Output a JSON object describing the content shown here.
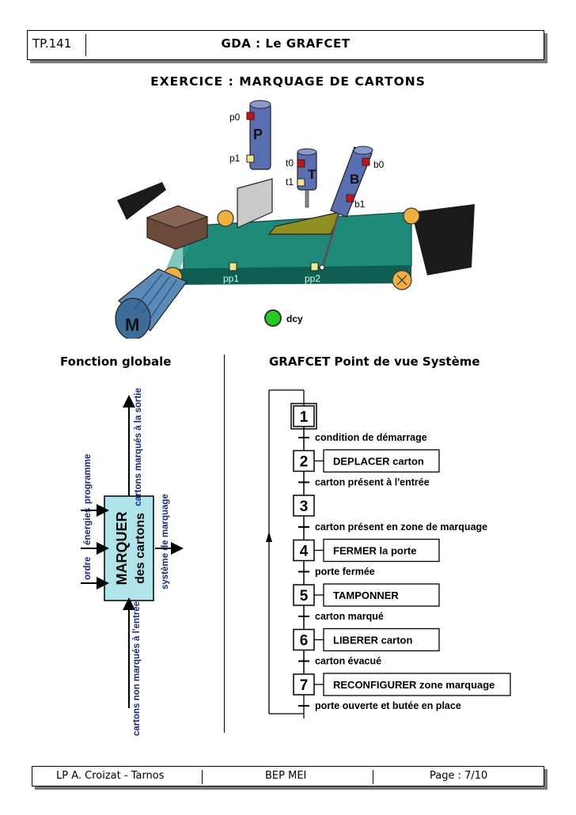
{
  "header": {
    "ref": "TP.141",
    "title": "GDA : Le GRAFCET"
  },
  "exercise_title": "EXERCICE : MARQUAGE DE CARTONS",
  "illustration": {
    "labels": {
      "p0": "p0",
      "p1": "p1",
      "t0": "t0",
      "t1": "t1",
      "b0": "b0",
      "b1": "b1",
      "pp1": "pp1",
      "pp2": "pp2",
      "dcy": "dcy",
      "piston_p": "P",
      "piston_t": "T",
      "piston_b": "B",
      "motor": "M"
    }
  },
  "sections": {
    "fonction_globale": "Fonction globale",
    "grafcet": "GRAFCET Point de vue Système"
  },
  "fonction_globale": {
    "box_line1": "MARQUER",
    "box_line2": "des cartons",
    "top_output": "cartons marqués à la sortie",
    "bottom_input": "cartons non marqués à l'entrée",
    "right_output": "système de marquage",
    "left_inputs": [
      "ordre",
      "énergies",
      "programme"
    ]
  },
  "grafcet": {
    "steps": [
      {
        "num": "1",
        "initial": true,
        "action": ""
      },
      {
        "num": "2",
        "initial": false,
        "action": "DEPLACER carton"
      },
      {
        "num": "3",
        "initial": false,
        "action": ""
      },
      {
        "num": "4",
        "initial": false,
        "action": "FERMER la porte"
      },
      {
        "num": "5",
        "initial": false,
        "action": "TAMPONNER"
      },
      {
        "num": "6",
        "initial": false,
        "action": "LIBERER carton"
      },
      {
        "num": "7",
        "initial": false,
        "action": "RECONFIGURER zone marquage"
      }
    ],
    "transitions": [
      "condition de démarrage",
      "carton présent à l'entrée",
      "carton présent en zone de marquage",
      "porte fermée",
      "carton marqué",
      "carton évacué",
      "porte ouverte et butée en place"
    ]
  },
  "footer": {
    "school": "LP A. Croizat - Tarnos",
    "course": "BEP MEI",
    "page": "Page : 7/10"
  },
  "colors": {
    "belt": "#1f8a7a",
    "belt_dark": "#0f5e52",
    "roller": "#f0b040",
    "sensor": "#f0e68c",
    "sensor_red": "#d01010",
    "piston": "#5a6fb0",
    "motor": "#5a8ab8",
    "dcy_green": "#22cc22",
    "pad": "#8f8f22",
    "box": "#6b4a3a"
  }
}
